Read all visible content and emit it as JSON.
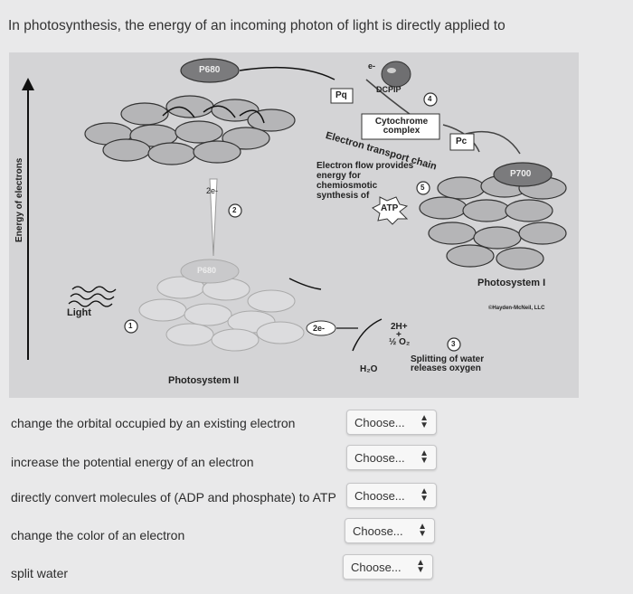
{
  "question": "In photosynthesis, the energy of an incoming photon of light is directly applied to",
  "figure": {
    "y_axis": "Energy of electrons",
    "p680_top": "P680",
    "p680_bottom": "P680",
    "p700": "P700",
    "dcpip": "DCPIP",
    "pq": "Pq",
    "cytochrome": "Cytochrome complex",
    "pc": "Pc",
    "etc": "Electron transport chain",
    "flow_text": "Electron flow provides energy for chemiosmotic synthesis of",
    "atp": "ATP",
    "two_e_top": "2e-",
    "two_e_bottom": "2e-",
    "e_minus": "e-",
    "light": "Light",
    "ps1": "Photosystem I",
    "ps2": "Photosystem II",
    "h_plus": "2H+",
    "plus": "+",
    "o2": "½ O₂",
    "h2o": "H₂O",
    "splitting": "Splitting of water releases oxygen",
    "copyright": "©Hayden-McNeil, LLC",
    "n1": "1",
    "n2": "2",
    "n3": "3",
    "n4": "4",
    "n5": "5"
  },
  "rows": [
    {
      "label": "change the orbital occupied by an existing electron",
      "select": "Choose..."
    },
    {
      "label": "increase the potential energy of an electron",
      "select": "Choose..."
    },
    {
      "label": "directly convert molecules of (ADP and phosphate) to ATP",
      "select": "Choose..."
    },
    {
      "label": "change the color of an electron",
      "select": "Choose..."
    },
    {
      "label": "split water",
      "select": "Choose..."
    }
  ]
}
